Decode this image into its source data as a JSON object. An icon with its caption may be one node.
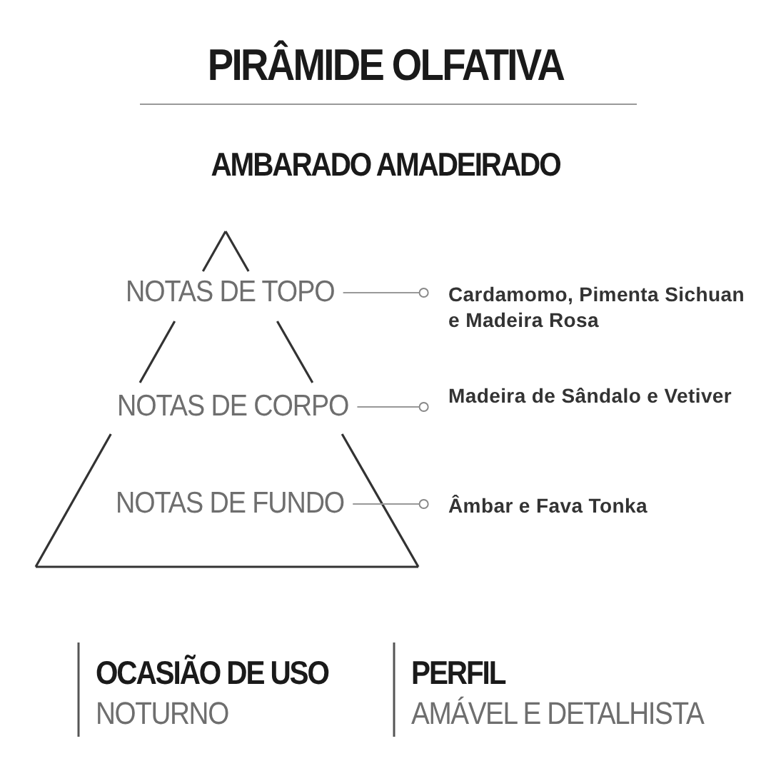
{
  "diagram": {
    "title": "PIRÂMIDE OLFATIVA",
    "nodes": [
      {
        "text": [
          "NOTAS DE TOPO"
        ]
      },
      {
        "text": [
          "Cardamomo, Pimenta Sichuan e Madeira Rosa"
        ]
      },
      {
        "text": [
          "NOTAS DE CORPO"
        ]
      },
      {
        "text": [
          "Madeira de Sândalo e Vetiver"
        ]
      },
      {
        "text": [
          "NOTAS DE FUNDO"
        ]
      },
      {
        "text": [
          "Âmbar e Fava Tonka"
        ]
      }
    ],
    "edges": [
      {
        "from": 0,
        "to": 1,
        "arrow": "other"
      },
      {
        "from": 2,
        "to": 3,
        "arrow": "other"
      },
      {
        "from": 4,
        "to": 5,
        "arrow": "other"
      }
    ],
    "labels": [
      "AMBARADO AMADEIRADO",
      "OCASIÃO DE USO",
      "NOTURNO",
      "PERFIL",
      "AMÁVEL E DETALHISTA"
    ]
  }
}
